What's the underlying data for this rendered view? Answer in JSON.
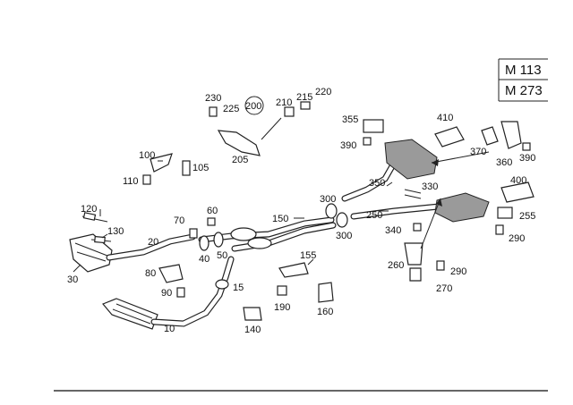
{
  "engine_codes": [
    "M 113",
    "M 273"
  ],
  "callouts": {
    "c10": "10",
    "c15": "15",
    "c20": "20",
    "c30": "30",
    "c40": "40",
    "c50": "50",
    "c60": "60",
    "c70": "70",
    "c80": "80",
    "c90": "90",
    "c100": "100",
    "c105": "105",
    "c110": "110",
    "c120": "120",
    "c130": "130",
    "c140": "140",
    "c150": "150",
    "c155": "155",
    "c160": "160",
    "c190": "190",
    "c200": "200",
    "c205": "205",
    "c210": "210",
    "c215": "215",
    "c220": "220",
    "c225": "225",
    "c230": "230",
    "c250": "250",
    "c255": "255",
    "c260": "260",
    "c270": "270",
    "c290a": "290",
    "c290b": "290",
    "c300a": "300",
    "c300b": "300",
    "c330": "330",
    "c340": "340",
    "c350": "350",
    "c355": "355",
    "c360": "360",
    "c370": "370",
    "c390a": "390",
    "c390b": "390",
    "c400": "400",
    "c410": "410"
  }
}
